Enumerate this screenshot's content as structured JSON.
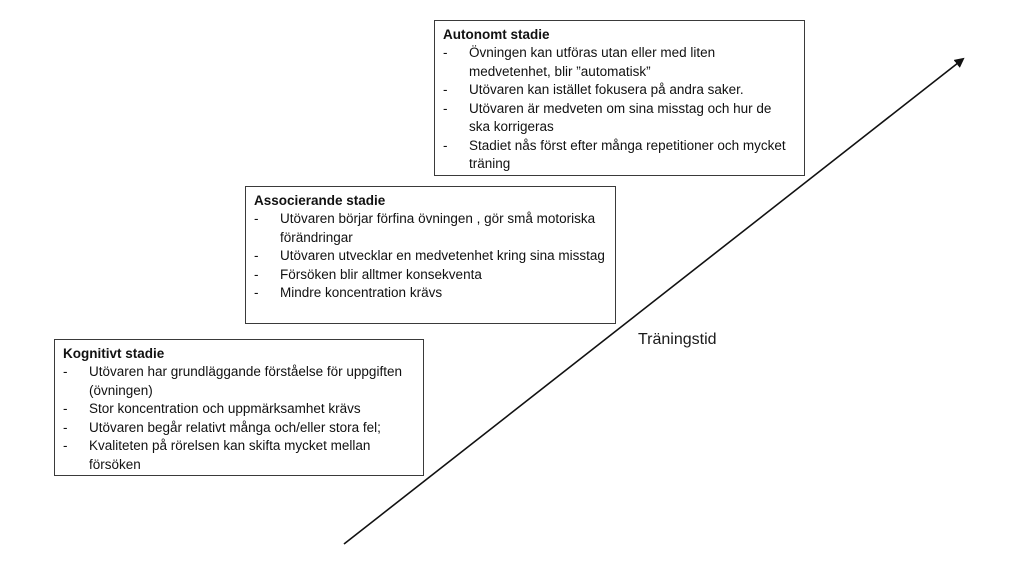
{
  "stages": {
    "autonomous": {
      "title": "Autonomt stadie",
      "items": [
        "Övningen kan utföras utan eller med liten medvetenhet, blir ”automatisk”",
        "Utövaren kan istället fokusera på andra saker.",
        "Utövaren är medveten om sina misstag och hur de ska korrigeras",
        "Stadiet nås först efter många repetitioner och mycket träning"
      ]
    },
    "associative": {
      "title": "Associerande stadie",
      "items": [
        "Utövaren börjar förfina övningen , gör små motoriska förändringar",
        "Utövaren utvecklar en medvetenhet kring sina misstag",
        "Försöken blir alltmer konsekventa",
        "Mindre koncentration krävs"
      ]
    },
    "cognitive": {
      "title": "Kognitivt stadie",
      "items": [
        "Utövaren har grundläggande förståelse för uppgiften (övningen)",
        "Stor koncentration och uppmärksamhet krävs",
        "Utövaren begår relativt många och/eller stora fel;",
        "Kvaliteten på rörelsen kan skifta mycket mellan försöken"
      ]
    }
  },
  "bullet_marker": "-",
  "axis": {
    "label": "Träningstid"
  },
  "colors": {
    "line": "#111111",
    "border": "#3a3a3a",
    "text": "#111111"
  }
}
